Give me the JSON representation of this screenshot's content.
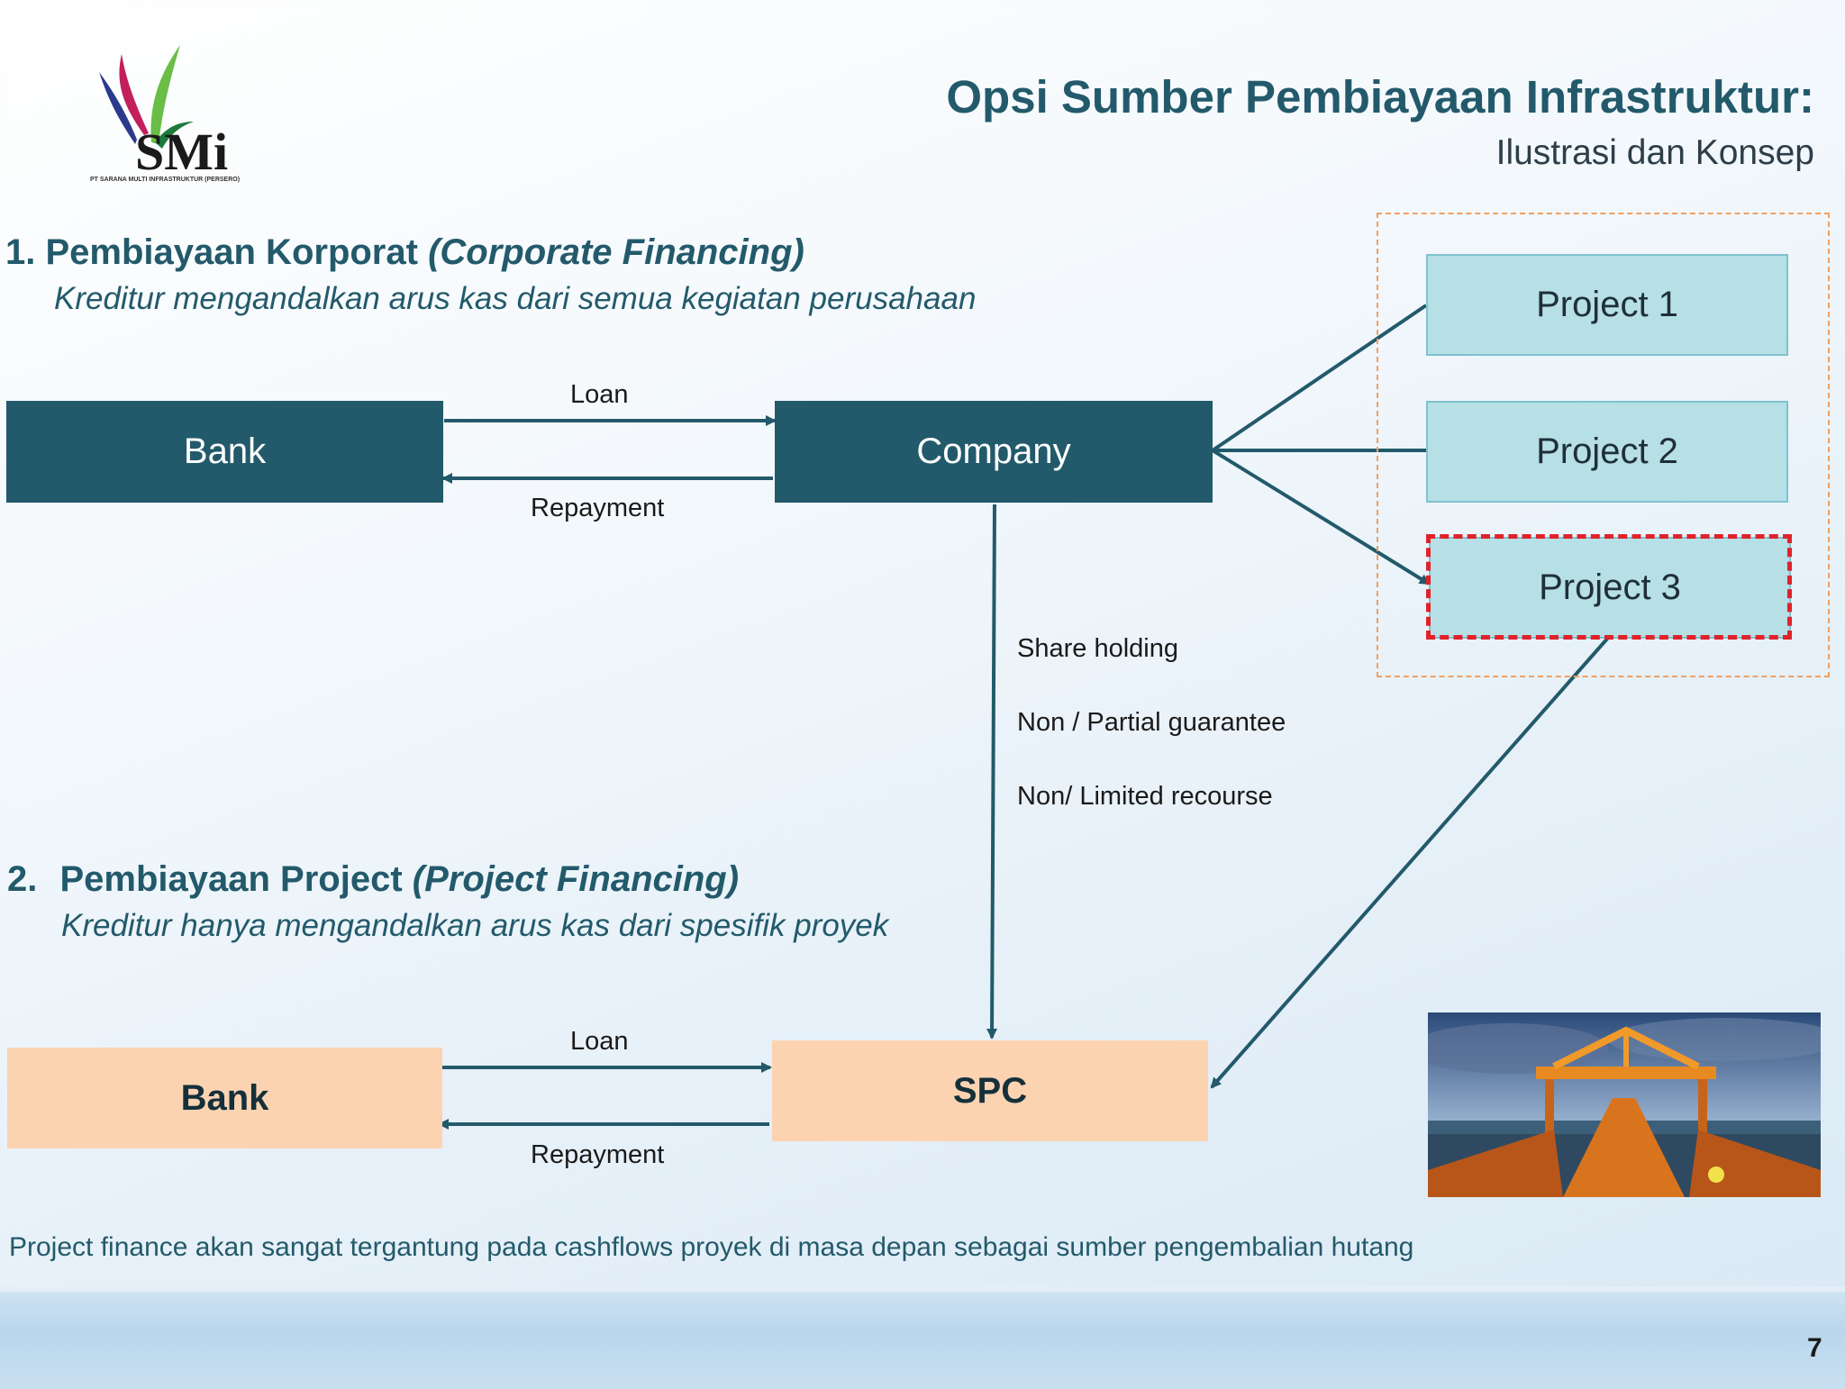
{
  "header": {
    "title": "Opsi Sumber Pembiayaan Infrastruktur:",
    "subtitle": "Ilustrasi dan Konsep",
    "logo_text": "SMi",
    "logo_tagline": "PT SARANA MULTI INFRASTRUKTUR (PERSERO)"
  },
  "section1": {
    "number": "1.",
    "heading": "Pembiayaan Korporat",
    "heading_en": "(Corporate Financing)",
    "desc": "Kreditur mengandalkan arus kas dari semua kegiatan perusahaan"
  },
  "section2": {
    "number": "2.",
    "heading": "Pembiayaan Project",
    "heading_en": "(Project Financing)",
    "desc": "Kreditur hanya mengandalkan arus kas dari spesifik proyek"
  },
  "diagram1": {
    "bank": "Bank",
    "company": "Company",
    "loan": "Loan",
    "repayment": "Repayment",
    "projects": [
      "Project 1",
      "Project 2",
      "Project 3"
    ]
  },
  "links": {
    "share_holding": "Share holding",
    "guarantee": "Non / Partial guarantee",
    "recourse": "Non/ Limited recourse"
  },
  "diagram2": {
    "bank": "Bank",
    "spc": "SPC",
    "loan": "Loan",
    "repayment": "Repayment"
  },
  "footer": {
    "note": "Project finance akan sangat tergantung pada cashflows proyek di masa depan sebagai sumber pengembalian hutang",
    "page_number": "7"
  },
  "colors": {
    "dark_teal": "#225a6b",
    "light_teal": "#b7dfe6",
    "peach": "#fcd3b1",
    "highlight_red": "#e0222a",
    "group_orange": "#f0a060"
  }
}
